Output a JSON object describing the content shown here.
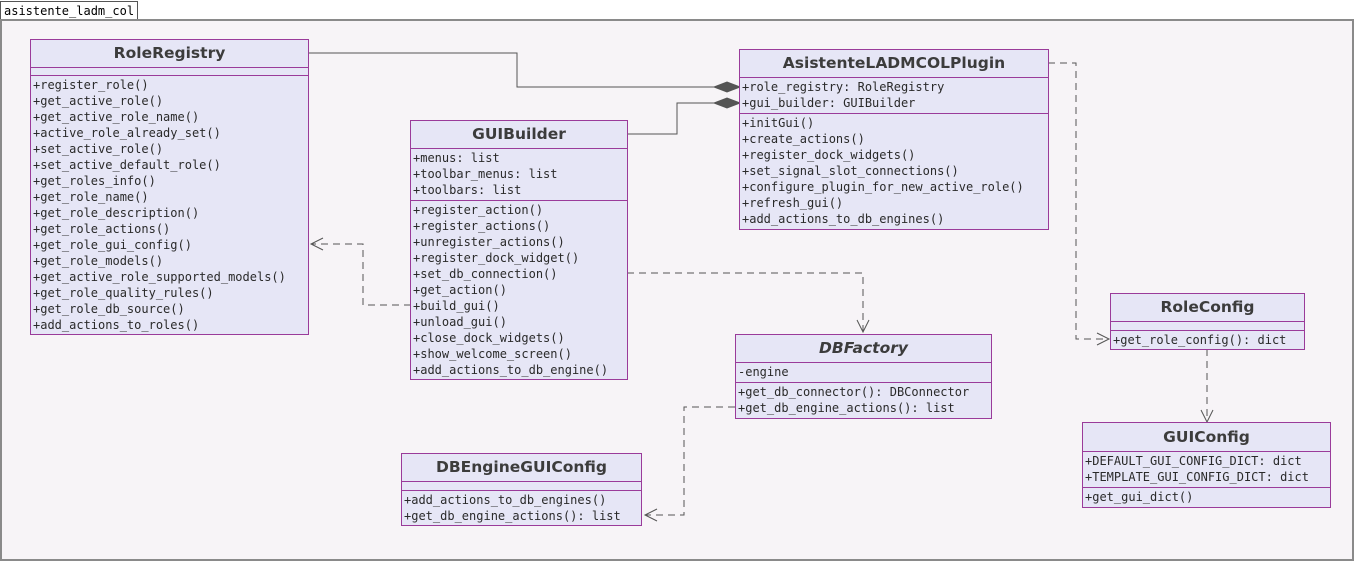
{
  "package": {
    "name": "asistente_ladm_col"
  },
  "classes": {
    "role_registry": {
      "name": "RoleRegistry",
      "attributes": [],
      "operations": [
        "+register_role()",
        "+get_active_role()",
        "+get_active_role_name()",
        "+active_role_already_set()",
        "+set_active_role()",
        "+set_active_default_role()",
        "+get_roles_info()",
        "+get_role_name()",
        "+get_role_description()",
        "+get_role_actions()",
        "+get_role_gui_config()",
        "+get_role_models()",
        "+get_active_role_supported_models()",
        "+get_role_quality_rules()",
        "+get_role_db_source()",
        "+add_actions_to_roles()"
      ]
    },
    "plugin": {
      "name": "AsistenteLADMCOLPlugin",
      "attributes": [
        "+role_registry: RoleRegistry",
        "+gui_builder: GUIBuilder"
      ],
      "operations": [
        "+initGui()",
        "+create_actions()",
        "+register_dock_widgets()",
        "+set_signal_slot_connections()",
        "+configure_plugin_for_new_active_role()",
        "+refresh_gui()",
        "+add_actions_to_db_engines()"
      ]
    },
    "gui_builder": {
      "name": "GUIBuilder",
      "attributes": [
        "+menus: list",
        "+toolbar_menus: list",
        "+toolbars: list"
      ],
      "operations": [
        "+register_action()",
        "+register_actions()",
        "+unregister_actions()",
        "+register_dock_widget()",
        "+set_db_connection()",
        "+get_action()",
        "+build_gui()",
        "+unload_gui()",
        "+close_dock_widgets()",
        "+show_welcome_screen()",
        "+add_actions_to_db_engine()"
      ]
    },
    "role_config": {
      "name": "RoleConfig",
      "attributes": [],
      "operations": [
        "+get_role_config(): dict"
      ]
    },
    "db_factory": {
      "name": "DBFactory",
      "attributes": [
        "-engine"
      ],
      "operations": [
        "+get_db_connector(): DBConnector",
        "+get_db_engine_actions(): list"
      ]
    },
    "gui_config": {
      "name": "GUIConfig",
      "attributes": [
        "+DEFAULT_GUI_CONFIG_DICT: dict",
        "+TEMPLATE_GUI_CONFIG_DICT: dict"
      ],
      "operations": [
        "+get_gui_dict()"
      ]
    },
    "db_engine_gui_config": {
      "name": "DBEngineGUIConfig",
      "attributes": [],
      "operations": [
        "+add_actions_to_db_engines()",
        "+get_db_engine_actions(): list"
      ]
    }
  },
  "relations": [
    {
      "from": "plugin",
      "to": "role_registry",
      "kind": "composition"
    },
    {
      "from": "plugin",
      "to": "gui_builder",
      "kind": "composition"
    },
    {
      "from": "gui_builder",
      "to": "role_registry",
      "kind": "dependency"
    },
    {
      "from": "gui_builder",
      "to": "db_factory",
      "kind": "dependency"
    },
    {
      "from": "db_factory",
      "to": "db_engine_gui_config",
      "kind": "dependency"
    },
    {
      "from": "plugin",
      "to": "role_config",
      "kind": "dependency"
    },
    {
      "from": "role_config",
      "to": "gui_config",
      "kind": "dependency"
    }
  ],
  "colors": {
    "class_fill": "#e6e6f6",
    "class_border": "#9a3b9a",
    "frame_fill": "#f7f4f7",
    "line": "#555555"
  }
}
